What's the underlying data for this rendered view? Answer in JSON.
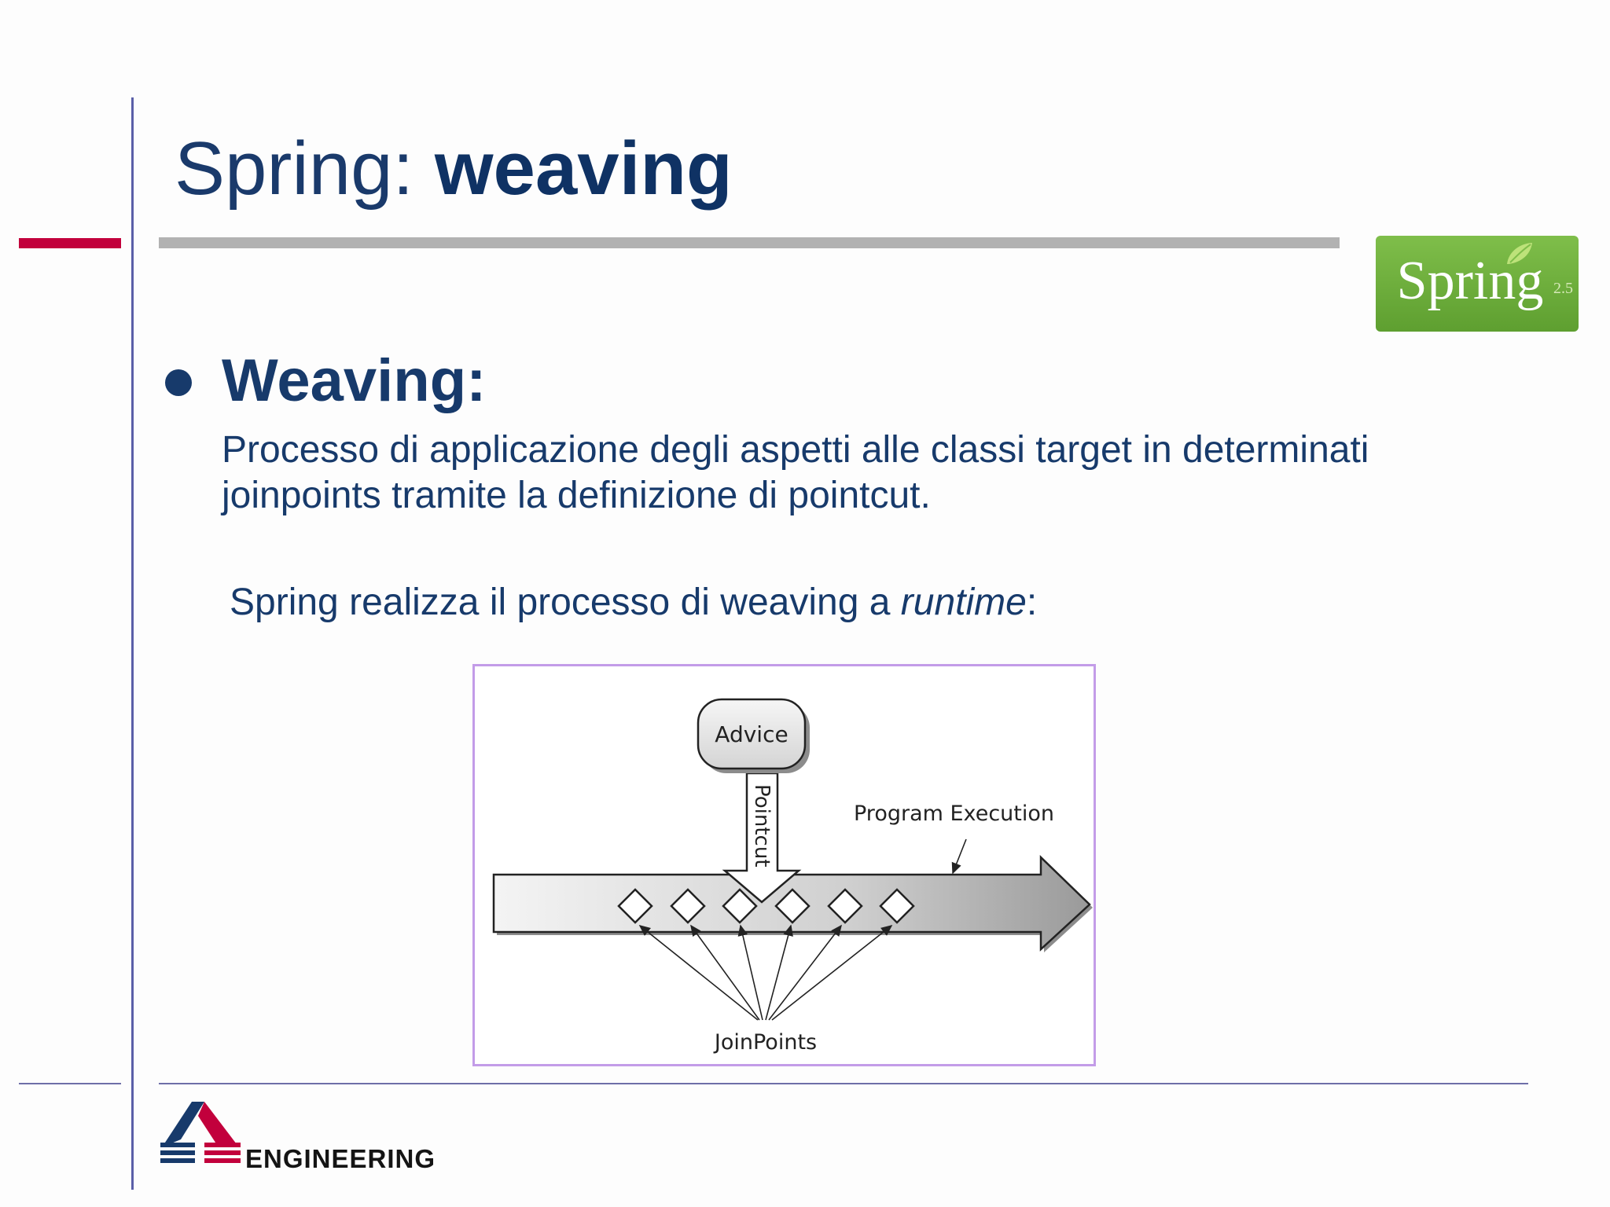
{
  "slide": {
    "title_prefix": "Spring: ",
    "title_bold": "weaving",
    "bullet_heading": "Weaving:",
    "paragraph": "Processo di applicazione degli aspetti alle classi target in determinati joinpoints tramite la definizione di pointcut.",
    "runtime_sentence_prefix": "Spring realizza il processo di weaving a ",
    "runtime_sentence_italic": "runtime",
    "runtime_sentence_suffix": ":"
  },
  "logo": {
    "text": "Spring",
    "version": "2.5"
  },
  "diagram": {
    "advice_label": "Advice",
    "pointcut_label": "Pointcut",
    "program_execution_label": "Program Execution",
    "joinpoints_label": "JoinPoints",
    "joinpoint_count": 6
  },
  "footer": {
    "company": "ENGINEERING"
  },
  "colors": {
    "title": "#1a3a6b",
    "accent_red": "#c2003c",
    "rule_gray": "#b2b2b2",
    "spring_green": "#6aab3b",
    "figure_border": "#c39ce8"
  }
}
